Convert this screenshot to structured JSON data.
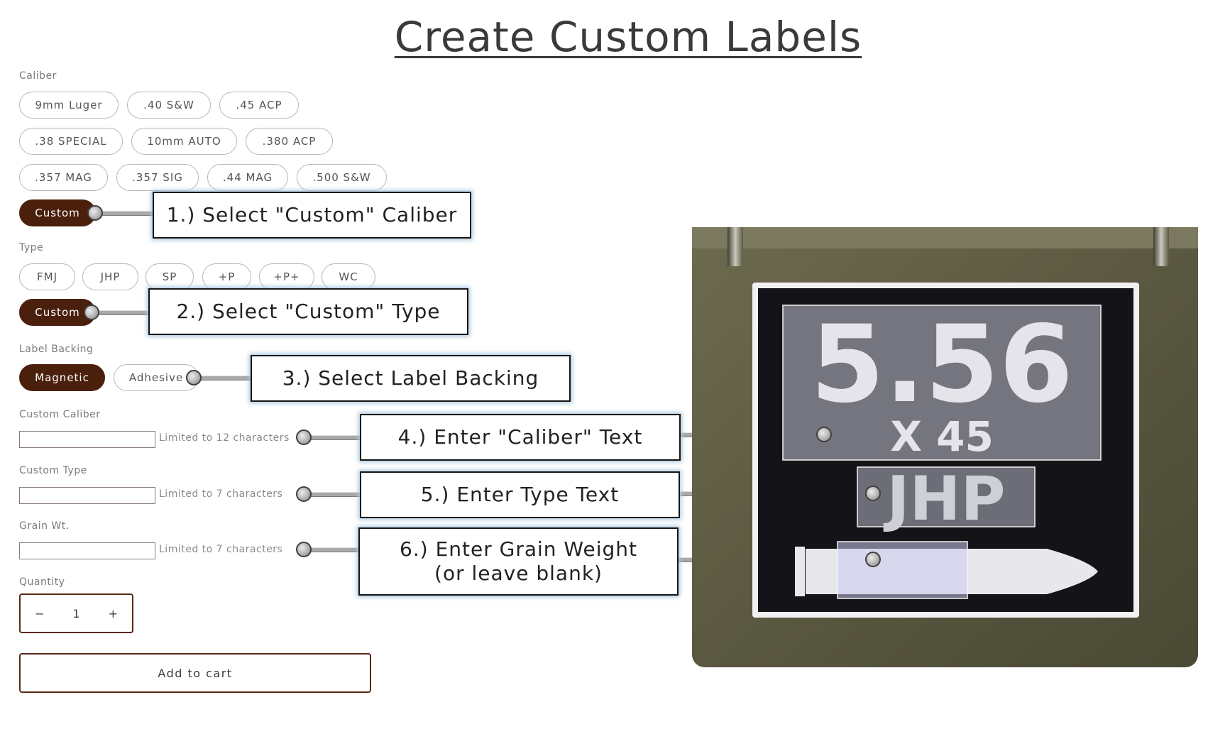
{
  "page": {
    "title": "Create Custom Labels"
  },
  "caliber": {
    "label": "Caliber",
    "options": [
      "9mm Luger",
      ".40 S&W",
      ".45 ACP",
      ".38 SPECIAL",
      "10mm AUTO",
      ".380 ACP",
      ".357 MAG",
      ".357 SIG",
      ".44 MAG",
      ".500 S&W",
      "Custom"
    ],
    "selected": "Custom"
  },
  "type": {
    "label": "Type",
    "options": [
      "FMJ",
      "JHP",
      "SP",
      "+P",
      "+P+",
      "WC",
      "Custom"
    ],
    "selected": "Custom"
  },
  "backing": {
    "label": "Label Backing",
    "options": [
      "Magnetic",
      "Adhesive"
    ],
    "selected": "Magnetic"
  },
  "custom_caliber": {
    "label": "Custom Caliber",
    "value": "",
    "hint": "Limited to 12 characters"
  },
  "custom_type": {
    "label": "Custom Type",
    "value": "",
    "hint": "Limited to 7 characters"
  },
  "grain_wt": {
    "label": "Grain Wt.",
    "value": "",
    "hint": "Limited to 7 characters"
  },
  "quantity": {
    "label": "Quantity",
    "value": "1",
    "minus": "−",
    "plus": "+"
  },
  "cart": {
    "label": "Add to cart"
  },
  "callouts": {
    "step1": "1.)  Select \"Custom\" Caliber",
    "step2": "2.)  Select \"Custom\" Type",
    "step3": "3.)  Select Label Backing",
    "step4": "4.)  Enter \"Caliber\" Text",
    "step5": "5.)  Enter Type Text",
    "step6_line1": "6.)  Enter Grain Weight",
    "step6_line2": "(or leave blank)"
  },
  "preview": {
    "caliber_big": "5.56",
    "caliber_small": "X 45",
    "type_text": "JHP",
    "icon": "bullet-icon"
  },
  "colors": {
    "selected_pill": "#4a200d",
    "accent_border": "#5a2a17",
    "callout_glow": "#a8c6dc",
    "case_green": "#5d5b3f"
  }
}
